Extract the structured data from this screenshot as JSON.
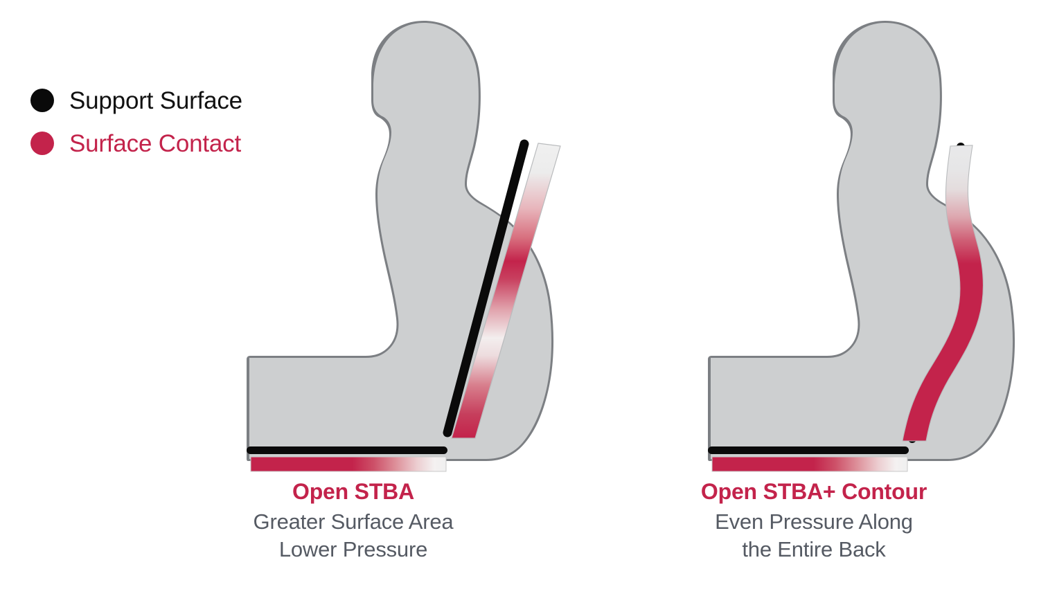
{
  "colors": {
    "support_black": "#0a0a0a",
    "contact_crimson": "#c3234b",
    "body_grey": "#cdcfd0",
    "body_outline": "#7c7f83",
    "caption_sub_grey": "#555a63",
    "background": "#ffffff"
  },
  "legend": {
    "items": [
      {
        "icon": "filled-circle-icon",
        "label": "Support Surface",
        "color": "#0a0a0a"
      },
      {
        "icon": "filled-circle-icon",
        "label": "Surface Contact",
        "color": "#c3234b"
      }
    ]
  },
  "panels": [
    {
      "id": "open-stba",
      "title": "Open STBA",
      "subtitle_line_1": "Greater Surface Area",
      "subtitle_line_2": "Lower Pressure",
      "backrest_type": "straight",
      "seat_bar": "crimson-fading-right"
    },
    {
      "id": "open-stba-plus-contour",
      "title": "Open STBA+ Contour",
      "subtitle_line_1": "Even Pressure Along",
      "subtitle_line_2": "the Entire Back",
      "backrest_type": "contoured",
      "seat_bar": "crimson-fading-right"
    }
  ],
  "figure_description": {
    "subject": "seated-human-silhouette-side-profile",
    "count": 2
  }
}
